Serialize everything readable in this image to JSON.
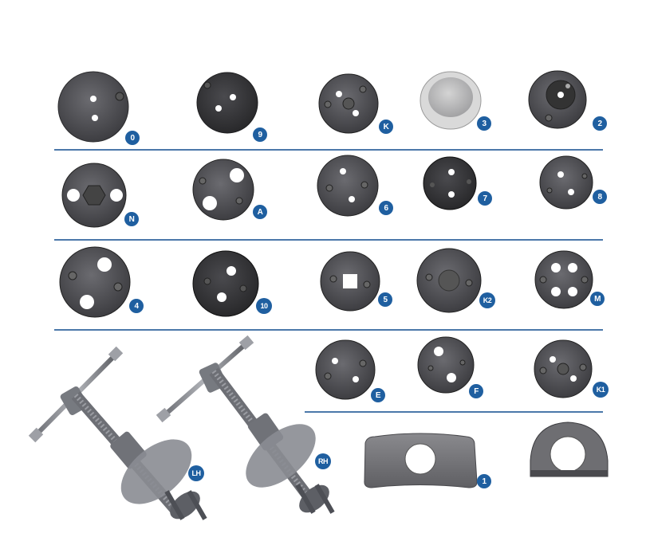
{
  "colors": {
    "divider": "#4b78aa",
    "badge": "#1f5fa0",
    "badge_text": "#ffffff",
    "disc_dark": "#3f3f43",
    "disc_mid": "#5a5a5f",
    "steel": "#8e9097"
  },
  "parts": [
    {
      "id": "disc-0",
      "label": "0"
    },
    {
      "id": "disc-9",
      "label": "9"
    },
    {
      "id": "disc-K",
      "label": "K"
    },
    {
      "id": "disc-3",
      "label": "3"
    },
    {
      "id": "disc-2",
      "label": "2"
    },
    {
      "id": "disc-N",
      "label": "N"
    },
    {
      "id": "disc-A",
      "label": "A"
    },
    {
      "id": "disc-6",
      "label": "6"
    },
    {
      "id": "disc-7",
      "label": "7"
    },
    {
      "id": "disc-8",
      "label": "8"
    },
    {
      "id": "disc-4",
      "label": "4"
    },
    {
      "id": "disc-10",
      "label": "10"
    },
    {
      "id": "disc-5",
      "label": "5"
    },
    {
      "id": "disc-K2",
      "label": "K2"
    },
    {
      "id": "disc-M",
      "label": "M"
    },
    {
      "id": "disc-E",
      "label": "E"
    },
    {
      "id": "disc-F",
      "label": "F"
    },
    {
      "id": "disc-K1",
      "label": "K1"
    },
    {
      "id": "plate-1",
      "label": "1"
    },
    {
      "id": "tool-LH",
      "label": "LH"
    },
    {
      "id": "tool-RH",
      "label": "RH"
    }
  ]
}
